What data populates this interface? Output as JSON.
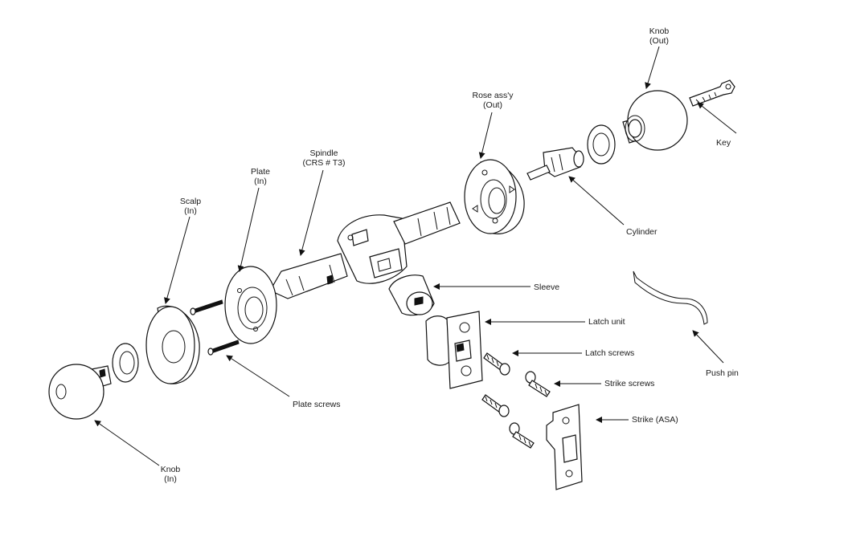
{
  "labels": {
    "knob_out": [
      "Knob",
      "(Out)"
    ],
    "key": "Key",
    "rose_assy": [
      "Rose ass'y",
      "(Out)"
    ],
    "cylinder": "Cylinder",
    "spindle": [
      "Spindle",
      "(CRS # T3)"
    ],
    "plate": [
      "Plate",
      "(In)"
    ],
    "scalp": [
      "Scalp",
      "(In)"
    ],
    "sleeve": "Sleeve",
    "latch_unit": "Latch unit",
    "latch_screws": "Latch screws",
    "strike_screws": "Strike screws",
    "push_pin": "Push pin",
    "strike": "Strike (ASA)",
    "plate_screws": "Plate screws",
    "knob_in": [
      "Knob",
      "(In)"
    ]
  }
}
